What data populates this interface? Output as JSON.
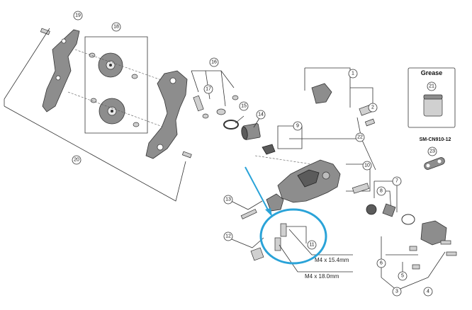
{
  "callouts": [
    {
      "id": "c1",
      "text": "1"
    },
    {
      "id": "c2",
      "text": "2"
    },
    {
      "id": "c3",
      "text": "3"
    },
    {
      "id": "c4",
      "text": "4"
    },
    {
      "id": "c5",
      "text": "5"
    },
    {
      "id": "c6",
      "text": "6"
    },
    {
      "id": "c7",
      "text": "7"
    },
    {
      "id": "c8",
      "text": "8"
    },
    {
      "id": "c9",
      "text": "9"
    },
    {
      "id": "c10",
      "text": "10"
    },
    {
      "id": "c11",
      "text": "11"
    },
    {
      "id": "c12",
      "text": "12"
    },
    {
      "id": "c13",
      "text": "13"
    },
    {
      "id": "c14",
      "text": "14"
    },
    {
      "id": "c15",
      "text": "15"
    },
    {
      "id": "c16",
      "text": "16"
    },
    {
      "id": "c17",
      "text": "17"
    },
    {
      "id": "c18",
      "text": "18"
    },
    {
      "id": "c19",
      "text": "19"
    },
    {
      "id": "c20",
      "text": "20"
    },
    {
      "id": "c21",
      "text": "21"
    },
    {
      "id": "c22",
      "text": "22"
    },
    {
      "id": "c23",
      "text": "23"
    }
  ],
  "grease": {
    "title": "Grease",
    "callout": "21"
  },
  "chain_label": "SM-CN910-12",
  "bolt_labels": {
    "short": "M4 x 15.4mm",
    "long": "M4 x 18.0mm"
  },
  "colors": {
    "highlight": "#2aa3d8",
    "arrow": "#2aa3d8"
  }
}
